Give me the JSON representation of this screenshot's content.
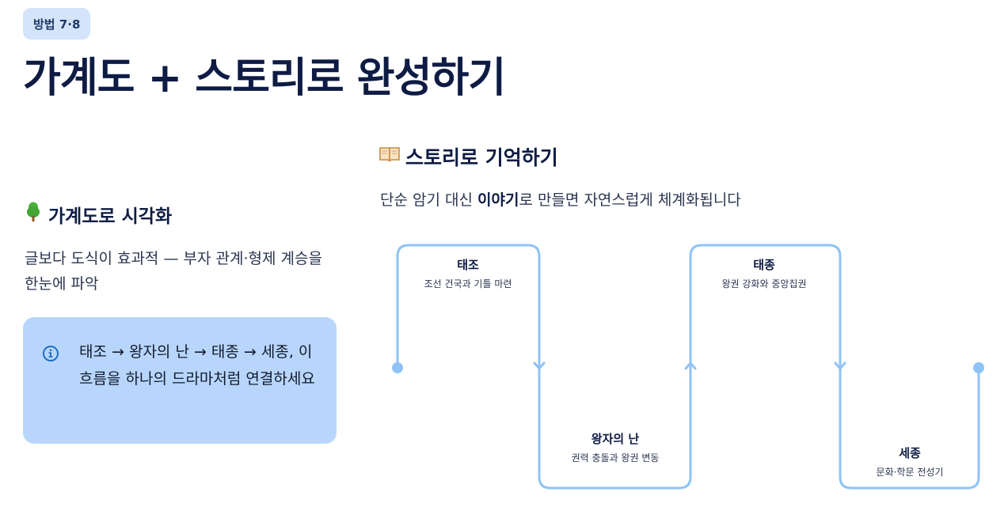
{
  "badge": "방법 7·8",
  "title": "가계도 + 스토리로 완성하기",
  "left": {
    "icon": "tree-icon",
    "heading": "가계도로 시각화",
    "description": "글보다 도식이 효과적 — 부자 관계·형제 계승을 한눈에 파악",
    "tip": {
      "icon": "info-icon",
      "text": "태조 → 왕자의 난 → 태종 → 세종, 이 흐름을 하나의 드라마처럼 연결하세요"
    }
  },
  "right": {
    "icon": "book-icon",
    "heading": "스토리로 기억하기",
    "desc_before": "단순 암기 대신 ",
    "desc_bold": "이야기",
    "desc_after": "로 만들면 자연스럽게 체계화됩니다",
    "steps": [
      {
        "name": "태조",
        "desc": "조선 건국과 기틀 마련"
      },
      {
        "name": "왕자의 난",
        "desc": "권력 충돌과 왕권 변동"
      },
      {
        "name": "태종",
        "desc": "왕권 강화와 중앙집권"
      },
      {
        "name": "세종",
        "desc": "문화·학문 전성기"
      }
    ]
  },
  "colors": {
    "title": "#0e1c44",
    "badge_bg": "#d3e4fb",
    "tip_bg": "#b8d6fb",
    "flow_line": "#8fc3f5",
    "tree_green": "#4caf3e"
  }
}
